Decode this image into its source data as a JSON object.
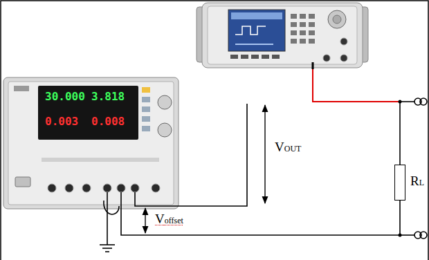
{
  "diagram": {
    "nodes": [
      {
        "text": [
          "30.000",
          "3.818",
          "0.003",
          "0.008"
        ]
      },
      {
        "text": [
          "RL"
        ]
      }
    ],
    "edges": [
      {
        "from": 0,
        "to": 1,
        "arrow": "none"
      }
    ],
    "labels": [
      "VOUT",
      "Voffset"
    ]
  }
}
